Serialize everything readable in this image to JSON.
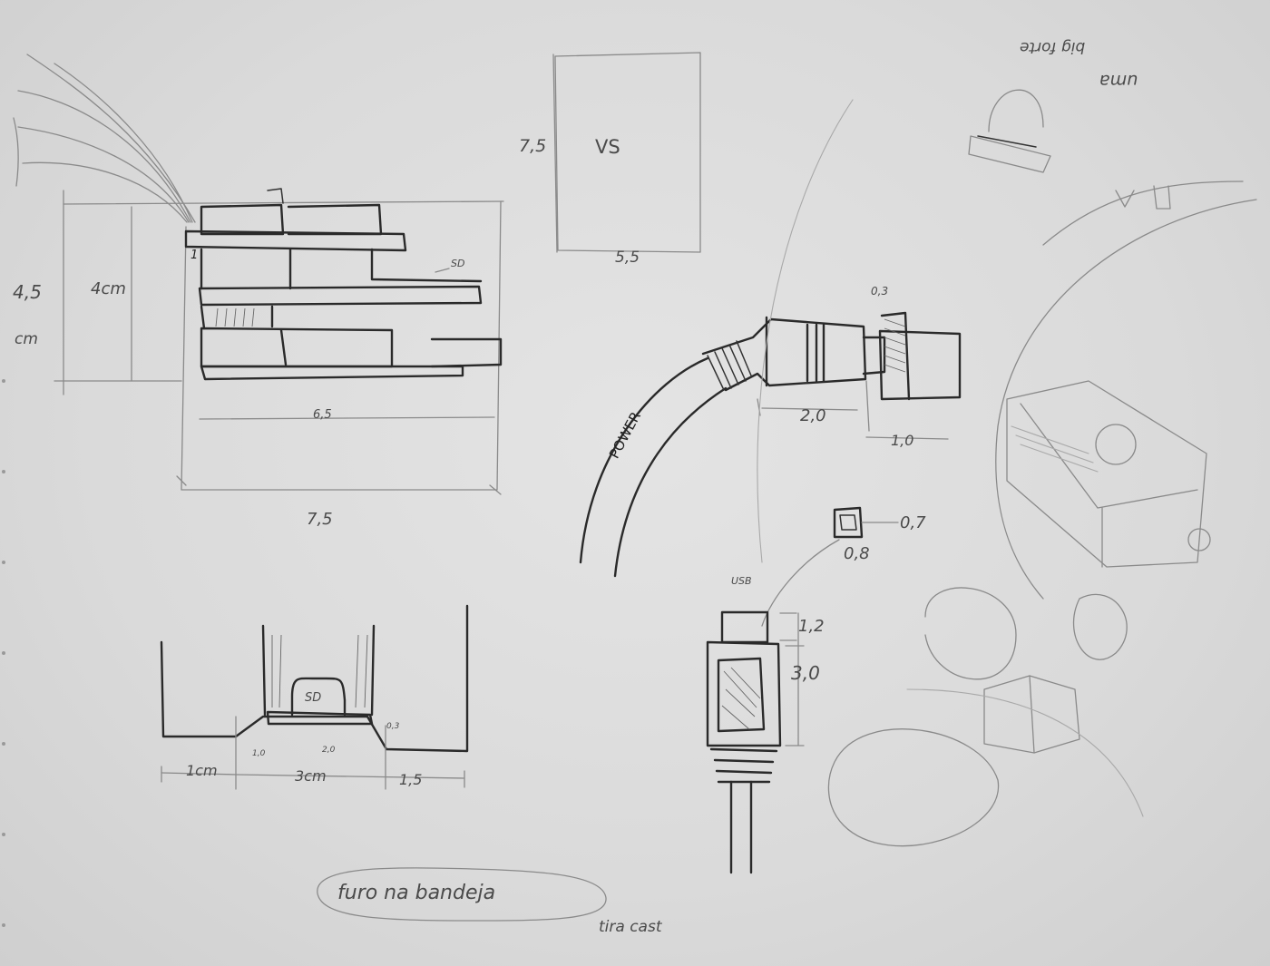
{
  "board_sketch": {
    "height_outer": "4,5",
    "height_outer_unit": "cm",
    "height_inner": "4cm",
    "width_inner": "6,5",
    "width_outer": "7,5",
    "sd_label": "SD",
    "corner_mark": "1"
  },
  "vs_box": {
    "height": "7,5",
    "center": "VS",
    "width": "5,5"
  },
  "power_cable": {
    "label": "POWER",
    "plug_length": "2,0",
    "tip_length": "1,0",
    "tip_offset": "0,3"
  },
  "usb": {
    "label": "USB",
    "port_height": "0,7",
    "port_width": "0,8",
    "tip_height": "1,2",
    "body_height": "3,0"
  },
  "slot_sketch": {
    "left_width": "1cm",
    "middle_width": "3cm",
    "right_width": "1,5",
    "sd_label": "SD",
    "small_a": "1,0",
    "small_b": "2,0",
    "small_c": "0,3"
  },
  "notes": {
    "top_right_line1": "uma",
    "top_right_line2": "big forte",
    "bottom_bubble": "furo na bandeja",
    "bottom_under": "tira cast"
  }
}
